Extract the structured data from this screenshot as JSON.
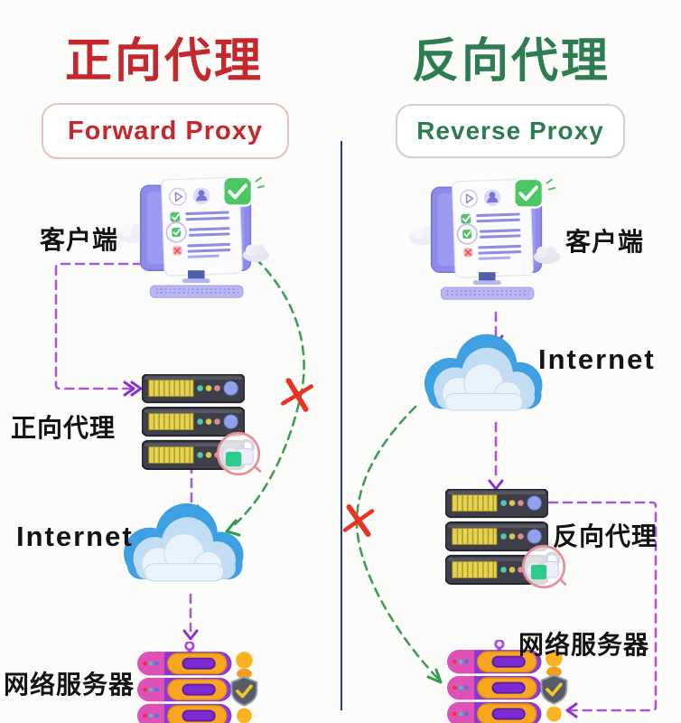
{
  "diagram": {
    "left": {
      "title": "正向代理",
      "subtitle": "Forward Proxy",
      "client_label": "客户端",
      "proxy_label": "正向代理",
      "internet_label": "Internet",
      "webserver_label": "网络服务器"
    },
    "right": {
      "title": "反向代理",
      "subtitle": "Reverse Proxy",
      "client_label": "客户端",
      "internet_label": "Internet",
      "proxy_label": "反向代理",
      "webserver_label": "网络服务器"
    },
    "colors": {
      "forward_accent": "#c5282c",
      "reverse_accent": "#2d7c52",
      "request_arrow_purple": "#a958dd",
      "response_arrow_green": "#3f9d55",
      "blocked_x_red": "#e93423",
      "divider_navy": "#2b3c8c",
      "background": "#fcfcfa"
    }
  }
}
